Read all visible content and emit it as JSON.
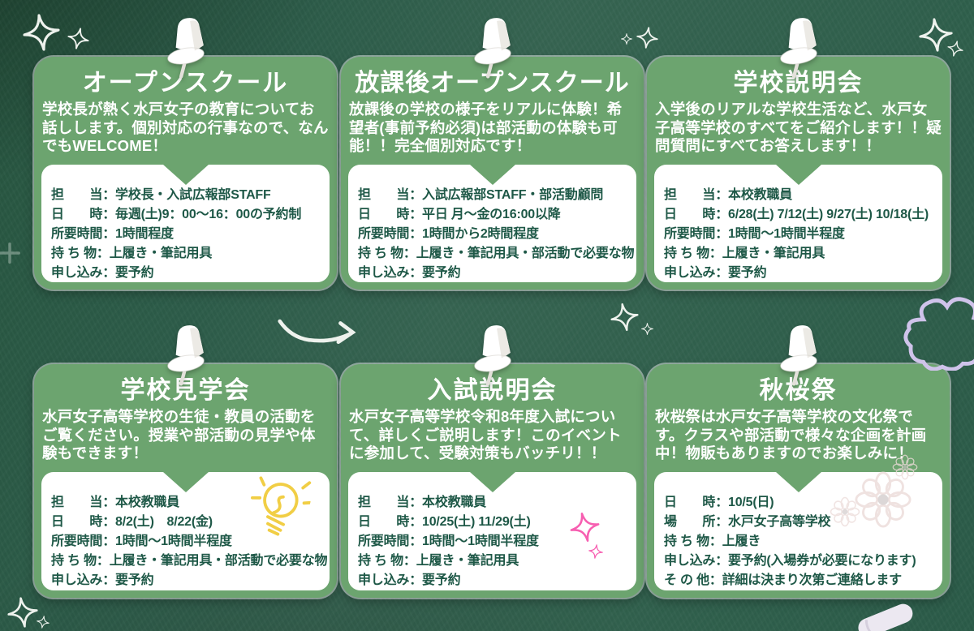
{
  "ui": {
    "colon": "："
  },
  "colors": {
    "chalkboard_green": "#2d5c49",
    "card_green": "#6ca46f",
    "panel_white": "#ffffff",
    "title_text": "#ffffff",
    "detail_text": "#1e5847"
  },
  "cards": [
    {
      "title": "オープンスクール",
      "description": "学校長が熱く水戸女子の教育についてお話しします。個別対応の行事なので、なんでもWELCOME！",
      "details": [
        {
          "label": "担　　当",
          "value": "学校長・入試広報部STAFF"
        },
        {
          "label": "日　　時",
          "value": "毎週(土)9：00～16：00の予約制"
        },
        {
          "label": "所要時間",
          "value": "1時間程度"
        },
        {
          "label": "持 ち 物",
          "value": "上履き・筆記用具"
        },
        {
          "label": "申し込み",
          "value": "要予約"
        }
      ]
    },
    {
      "title": "放課後オープンスクール",
      "description": "放課後の学校の様子をリアルに体験！希望者(事前予約必須)は部活動の体験も可能！！完全個別対応です！",
      "details": [
        {
          "label": "担　　当",
          "value": "入試広報部STAFF・部活動顧問"
        },
        {
          "label": "日　　時",
          "value": "平日 月～金の16:00以降"
        },
        {
          "label": "所要時間",
          "value": "1時間から2時間程度"
        },
        {
          "label": "持 ち 物",
          "value": "上履き・筆記用具・部活動で必要な物"
        },
        {
          "label": "申し込み",
          "value": "要予約"
        }
      ]
    },
    {
      "title": "学校説明会",
      "description": "入学後のリアルな学校生活など、水戸女子高等学校のすべてをご紹介します！！疑問質問にすべてお答えします！！",
      "details": [
        {
          "label": "担　　当",
          "value": "本校教職員"
        },
        {
          "label": "日　　時",
          "value": "6/28(土) 7/12(土) 9/27(土) 10/18(土)"
        },
        {
          "label": "所要時間",
          "value": "1時間～1時間半程度"
        },
        {
          "label": "持 ち 物",
          "value": "上履き・筆記用具"
        },
        {
          "label": "申し込み",
          "value": "要予約"
        }
      ]
    },
    {
      "title": "学校見学会",
      "description": "水戸女子高等学校の生徒・教員の活動をご覧ください。授業や部活動の見学や体験もできます！",
      "details": [
        {
          "label": "担　　当",
          "value": "本校教職員"
        },
        {
          "label": "日　　時",
          "value": "8/2(土)　8/22(金)"
        },
        {
          "label": "所要時間",
          "value": "1時間～1時間半程度"
        },
        {
          "label": "持 ち 物",
          "value": "上履き・筆記用具・部活動で必要な物"
        },
        {
          "label": "申し込み",
          "value": "要予約"
        }
      ]
    },
    {
      "title": "入試説明会",
      "description": "水戸女子高等学校令和8年度入試について、詳しくご説明します！このイベントに参加して、受験対策もバッチリ！！",
      "details": [
        {
          "label": "担　　当",
          "value": "本校教職員"
        },
        {
          "label": "日　　時",
          "value": "10/25(土) 11/29(土)"
        },
        {
          "label": "所要時間",
          "value": "1時間～1時間半程度"
        },
        {
          "label": "持 ち 物",
          "value": "上履き・筆記用具"
        },
        {
          "label": "申し込み",
          "value": "要予約"
        }
      ]
    },
    {
      "title": "秋桜祭",
      "description": "秋桜祭は水戸女子高等学校の文化祭です。クラスや部活動で様々な企画を計画中！物販もありますのでお楽しみに！",
      "details": [
        {
          "label": "日　　時",
          "value": "10/5(日)"
        },
        {
          "label": "場　　所",
          "value": "水戸女子高等学校"
        },
        {
          "label": "持 ち 物",
          "value": "上履き"
        },
        {
          "label": "申し込み",
          "value": "要予約(入場券が必要になります)"
        },
        {
          "label": "そ の 他",
          "value": "詳細は決まり次第ご連絡します"
        }
      ]
    }
  ],
  "decorations": [
    {
      "name": "pushpin-icon",
      "color": "#ffffff"
    },
    {
      "name": "sparkle-doodle-white",
      "color": "#eef2ed"
    },
    {
      "name": "sparkle-doodle-pink",
      "color": "#f75fb1"
    },
    {
      "name": "arrow-doodle",
      "color": "#eef2ed"
    },
    {
      "name": "lightbulb-doodle",
      "color": "#f1ce45"
    },
    {
      "name": "cloud-doodle",
      "color": "#cfc3ea"
    },
    {
      "name": "flower-doodle",
      "color": "#ecdbd9"
    },
    {
      "name": "chalk-stick",
      "color": "#ece8f1"
    },
    {
      "name": "plus-doodle",
      "color": "#e9efe9"
    }
  ]
}
